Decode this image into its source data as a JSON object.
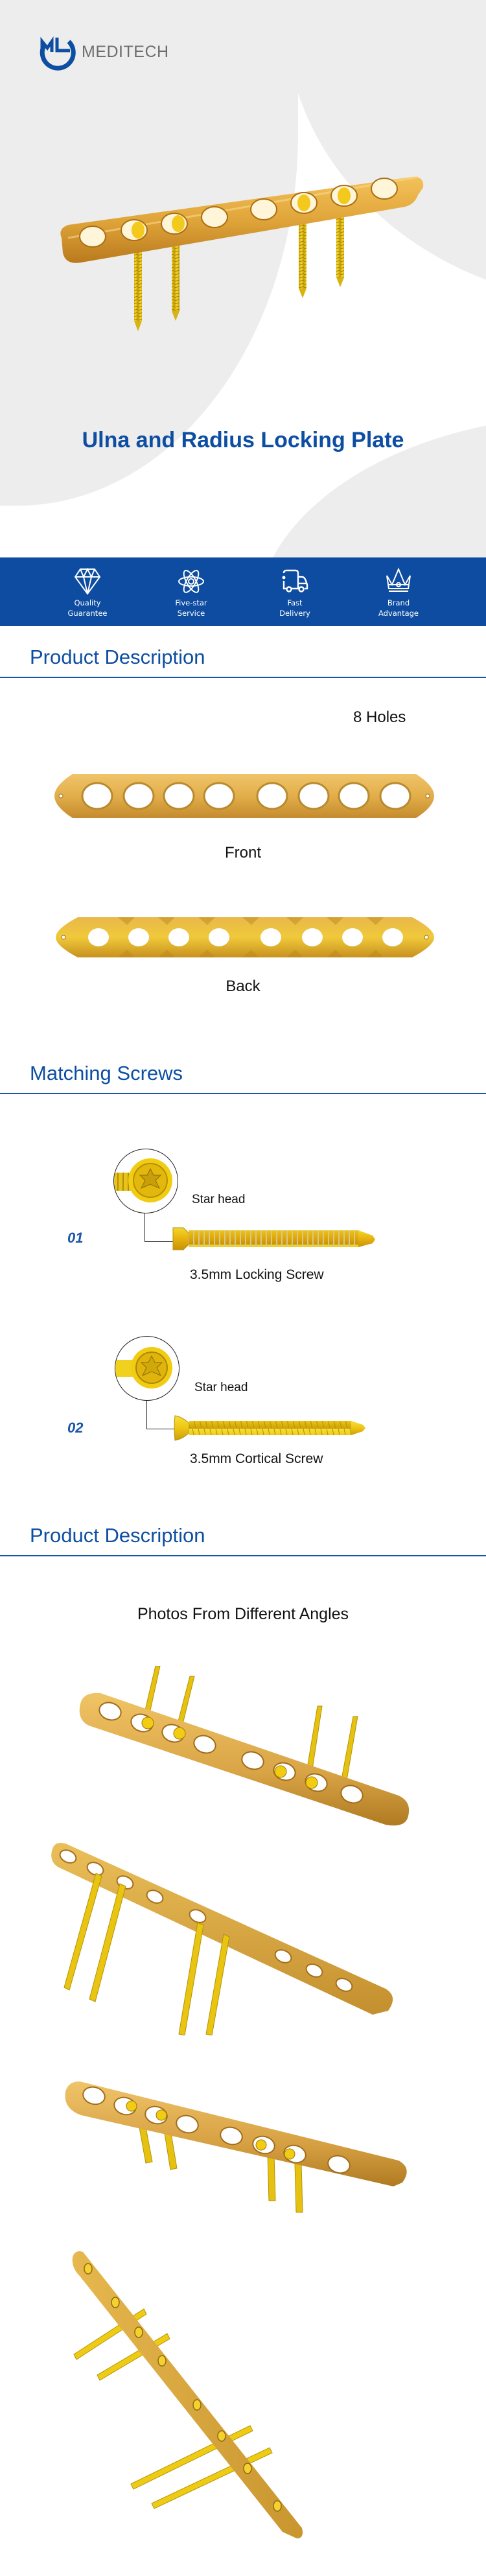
{
  "brand": {
    "name": "MEDITECH",
    "logo_icon": "md-circle-logo",
    "color": "#0d4ea3"
  },
  "hero": {
    "title": "Ulna and Radius Locking Plate",
    "image": "gold-locking-plate-with-four-screws"
  },
  "features": [
    {
      "icon": "diamond-icon",
      "line1": "Quality",
      "line2": "Guarantee"
    },
    {
      "icon": "atom-icon",
      "line1": "Five-star",
      "line2": "Service"
    },
    {
      "icon": "truck-icon",
      "line1": "Fast",
      "line2": "Delivery"
    },
    {
      "icon": "crown-icon",
      "line1": "Brand",
      "line2": "Advantage"
    }
  ],
  "colors": {
    "accent": "#0d4ea3",
    "banner": "#0d4ca0",
    "plate_gold": "#d9a53a",
    "screw_yellow": "#f2cc12",
    "hero_grey": "#ededed"
  },
  "product_description": {
    "heading": "Product Description",
    "holes_label": "8 Holes",
    "views": [
      {
        "label": "Front",
        "image": "plate-front-view"
      },
      {
        "label": "Back",
        "image": "plate-back-view"
      }
    ]
  },
  "matching_screws": {
    "heading": "Matching Screws",
    "items": [
      {
        "number": "01",
        "head_label": "Star head",
        "name": "3.5mm Locking Screw"
      },
      {
        "number": "02",
        "head_label": "Star head",
        "name": "3.5mm Cortical Screw"
      }
    ]
  },
  "angles_section": {
    "heading": "Product Description",
    "subtitle": "Photos From Different Angles",
    "images": [
      "plate-angle-top-screws-up",
      "plate-angle-underside-screws-down",
      "plate-angle-top-screws-below",
      "plate-angle-diagonal-side"
    ]
  }
}
